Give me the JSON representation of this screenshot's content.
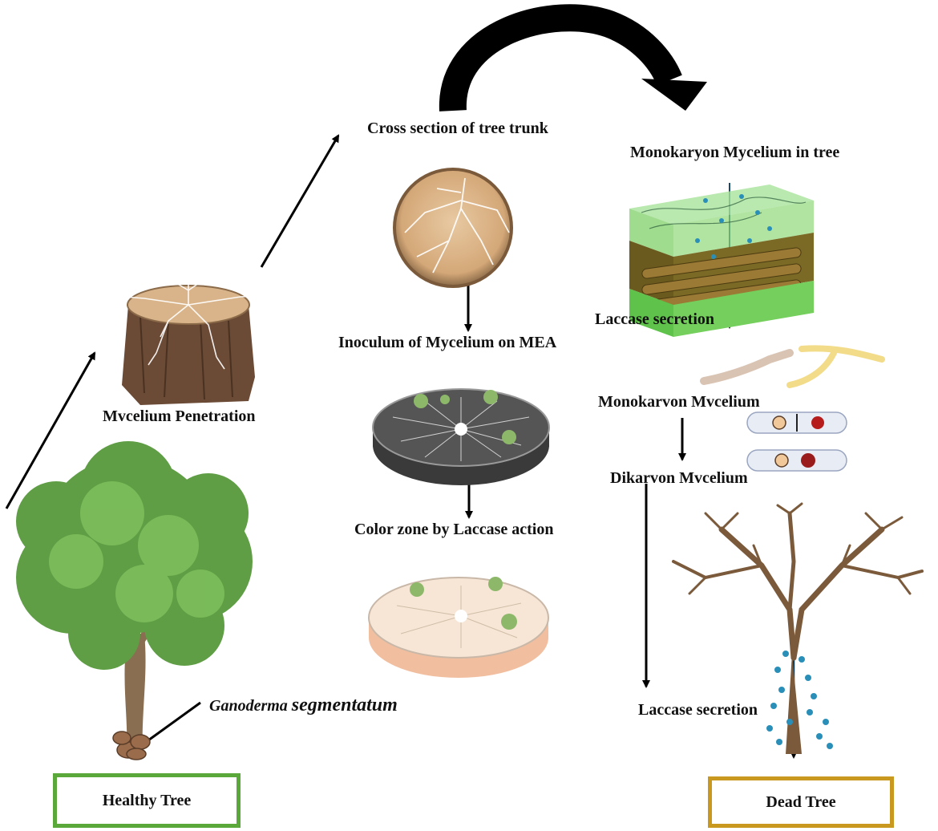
{
  "labels": {
    "cross_section": "Cross section of tree trunk",
    "monokaryon_in_tree": "Monokaryon Mycelium in tree",
    "mycelium_penetration": "Mvcelium Penetration",
    "inoculum": "Inoculum of Mycelium on MEA",
    "laccase_secretion_top": "Laccase secretion",
    "monokaryon_mycelium": "Monokarvon Mvcelium",
    "dikaryon_mycelium": "Dikarvon Mvcelium",
    "color_zone": "Color zone by Laccase action",
    "laccase_secretion_bottom": "Laccase secretion",
    "species_genus": "Ganoderma",
    "species_epithet": "segmentatum",
    "healthy_tree": "Healthy Tree",
    "dead_tree": "Dead Tree"
  },
  "colors": {
    "healthy_box_border": "#5aa83a",
    "dead_box_border": "#c8991e",
    "foliage": "#6aa84f",
    "trunk": "#7a5a3a",
    "wood_light": "#d9b48a",
    "laccase_dots": "#2a8fb8"
  }
}
